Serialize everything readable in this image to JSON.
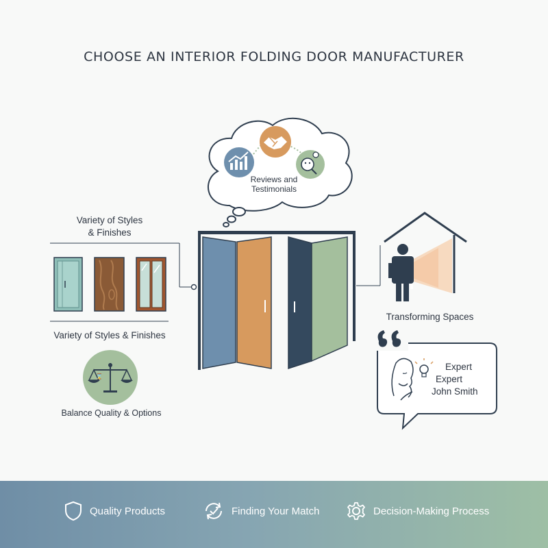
{
  "title": "CHOOSE AN INTERIOR FOLDING DOOR MANUFACTURER",
  "cloud": {
    "label_line1": "Reviews and",
    "label_line2": "Testimonials",
    "icons": [
      "growth-chart-icon",
      "handshake-icon",
      "review-faces-icon"
    ]
  },
  "left": {
    "heading_line1": "Variety of Styles",
    "heading_line2": "& Finishes",
    "door_samples": [
      "glass-door-sample",
      "wood-door-sample",
      "framed-glass-door-sample"
    ],
    "caption": "Variety of Styles & Finishes",
    "balance_label": "Balance Quality & Options",
    "balance_icon": "scale-icon"
  },
  "right": {
    "spaces_label": "Transforming Spaces",
    "quote": {
      "line1": "Expert",
      "line2": "Expert",
      "line3": "John Smith"
    }
  },
  "footer": {
    "items": [
      {
        "icon": "shield-icon",
        "label": "Quality Products"
      },
      {
        "icon": "refresh-check-icon",
        "label": "Finding Your Match"
      },
      {
        "icon": "gear-icon",
        "label": "Decision-Making Process"
      }
    ]
  },
  "colors": {
    "blue_panel": "#6e8fad",
    "orange_panel": "#d79a5e",
    "navy_panel": "#34495e",
    "green_panel": "#a4bf9d",
    "frame": "#2f3e4f"
  }
}
